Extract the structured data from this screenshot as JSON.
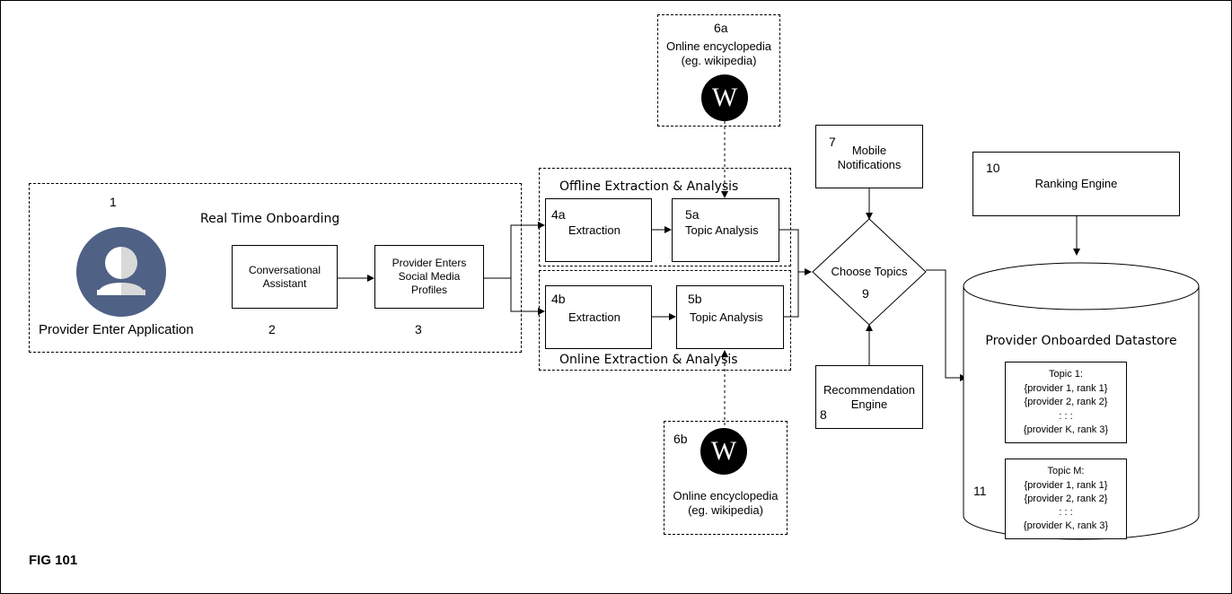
{
  "diagram": {
    "realtime": {
      "title": "Real Time Onboarding",
      "num_provider": "1",
      "provider_label": "Provider Enter Application",
      "assistant_label": "Conversational\nAssistant",
      "num_assistant": "2",
      "social_label": "Provider Enters\nSocial Media\nProfiles",
      "num_social": "3"
    },
    "offline": {
      "title": "Offline Extraction & Analysis",
      "num_extract": "4a",
      "extract_label": "Extraction",
      "num_topic": "5a",
      "topic_label": "Topic Analysis"
    },
    "online": {
      "title": "Online Extraction & Analysis",
      "num_extract": "4b",
      "extract_label": "Extraction",
      "num_topic": "5b",
      "topic_label": "Topic Analysis"
    },
    "wiki_top": {
      "num": "6a",
      "label": "Online encyclopedia\n(eg. wikipedia)",
      "logo": "W"
    },
    "wiki_bottom": {
      "num": "6b",
      "label": "Online encyclopedia\n(eg. wikipedia)",
      "logo": "W"
    },
    "mobile": {
      "num": "7",
      "label": "Mobile\nNotifications"
    },
    "recommendation": {
      "num": "8",
      "label": "Recommendation\nEngine"
    },
    "choose": {
      "label": "Choose Topics",
      "num": "9"
    },
    "ranking": {
      "num": "10",
      "label": "Ranking Engine"
    },
    "datastore": {
      "title": "Provider Onboarded Datastore",
      "num": "11",
      "topic1": {
        "title": "Topic 1:",
        "lines": [
          "{provider 1, rank 1}",
          "{provider 2, rank 2}",
          ": : :",
          "{provider K, rank 3}"
        ]
      },
      "topicM": {
        "title": "Topic M:",
        "lines": [
          "{provider 1, rank 1}",
          "{provider 2, rank 2}",
          ": : :",
          "{provider K, rank 3}"
        ]
      }
    },
    "figure_label": "FIG 101"
  },
  "colors": {
    "avatar_bg": "#4f6185",
    "avatar_light": "#ffffff",
    "avatar_shade": "#d9d9d9",
    "line": "#000000"
  },
  "icons": [
    "user-avatar-icon",
    "wikipedia-logo-icon",
    "arrow-icon"
  ]
}
